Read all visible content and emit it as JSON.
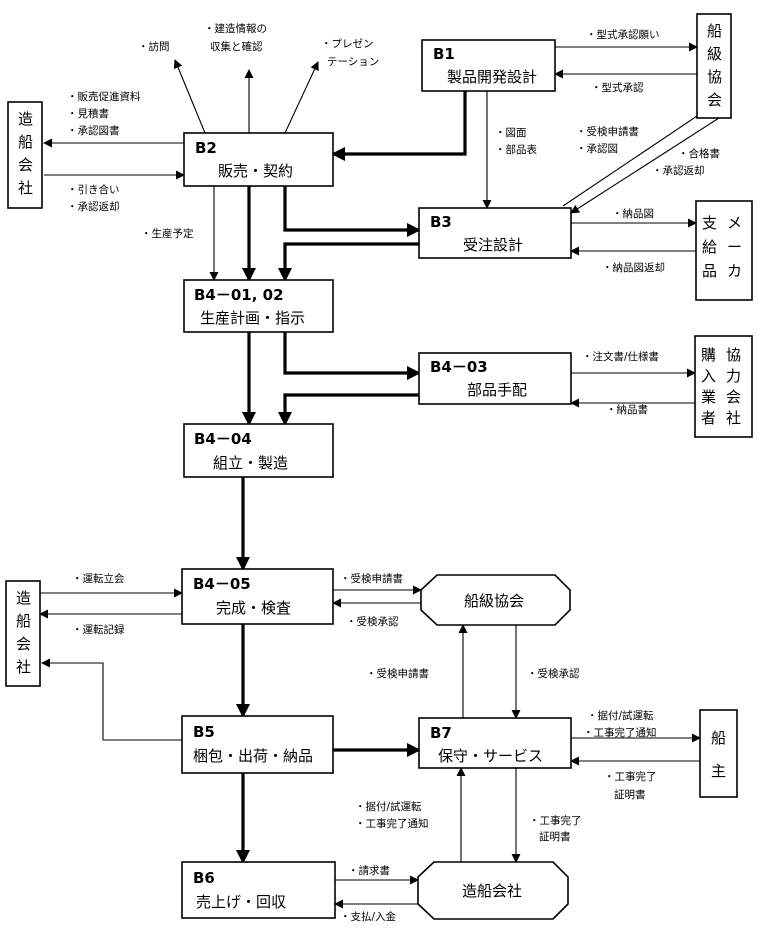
{
  "processes": {
    "b1": {
      "code": "B1",
      "title": "製品開発設計"
    },
    "b2": {
      "code": "B2",
      "title": "販売・契約"
    },
    "b3": {
      "code": "B3",
      "title": "受注設計"
    },
    "b4_0102": {
      "code": "B4－01, 02",
      "title": "生産計画・指示"
    },
    "b4_03": {
      "code": "B4－03",
      "title": "部品手配"
    },
    "b4_04": {
      "code": "B4－04",
      "title": "組立・製造"
    },
    "b4_05": {
      "code": "B4－05",
      "title": "完成・検査"
    },
    "b5": {
      "code": "B5",
      "title": "梱包・出荷・納品"
    },
    "b6": {
      "code": "B6",
      "title": "売上げ・回収"
    },
    "b7": {
      "code": "B7",
      "title": "保守・サービス"
    }
  },
  "entities": {
    "shipbuilder_top": [
      "造",
      "船",
      "会",
      "社"
    ],
    "shipbuilder_mid": [
      "造",
      "船",
      "会",
      "社"
    ],
    "class_society_top": [
      "船",
      "級",
      "協",
      "会"
    ],
    "maker_supply": {
      "col1": [
        "支",
        "給",
        "品"
      ],
      "col2": [
        "メ",
        "ー",
        "カ"
      ]
    },
    "partner": {
      "col1": [
        "購",
        "入",
        "業",
        "者"
      ],
      "col2": [
        "協",
        "力",
        "会",
        "社"
      ]
    },
    "owner": [
      "船",
      "主"
    ],
    "class_society_oct": "船級協会",
    "shipbuilder_oct": "造船会社"
  },
  "labels": {
    "visit": "・訪問",
    "info1": "・建造情報の",
    "info2": "収集と確認",
    "pres1": "・プレゼン",
    "pres2": "テーション",
    "promo": "・販売促進資料",
    "estimate": "・見積書",
    "approval_drawing": "・承認図書",
    "inquiry": "・引き合い",
    "approval_return": "・承認返却",
    "type_request": "・型式承認願い",
    "type_approval": "・型式承認",
    "drawing": "・図面",
    "parts_list": "・部品表",
    "inspect_req": "・受検申請書",
    "approval_dwg": "・承認図",
    "cert": "・合格書",
    "cert_return": "・承認返却",
    "delivery_dwg": "・納品図",
    "delivery_dwg_return": "・納品図返却",
    "prod_plan": "・生産予定",
    "order_spec": "・注文書/仕様書",
    "delivery_note": "・納品書",
    "test_run_attend": "・運転立会",
    "test_run_record": "・運転記録",
    "inspect_req2": "・受検申請書",
    "inspect_ok": "・受検承認",
    "inspect_req3": "・受検申請書",
    "inspect_ok2": "・受検承認",
    "install1": "・据付/試運転",
    "work_done1": "・工事完了通知",
    "owner_cert1": "・工事完了",
    "owner_cert2": "証明書",
    "install2": "・据付/試運転",
    "work_done2": "・工事完了通知",
    "sb_cert1": "・工事完了",
    "sb_cert2": "証明書",
    "invoice": "・請求書",
    "payment": "・支払/入金"
  }
}
